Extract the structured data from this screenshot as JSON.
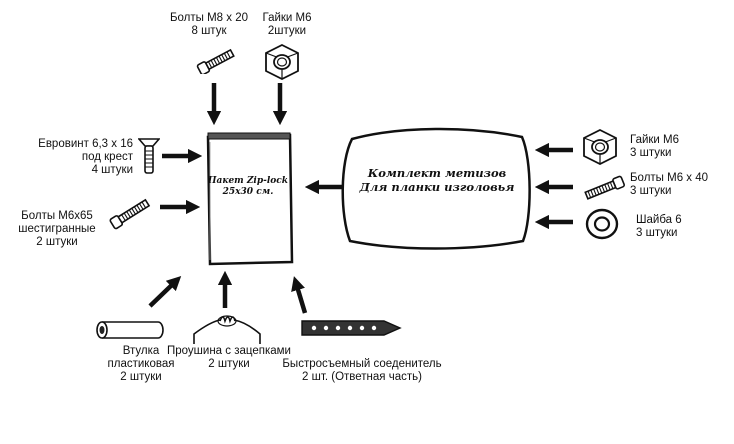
{
  "bag": {
    "line1": "Пакет Zip-lock",
    "line2": "25х30 см."
  },
  "kit": {
    "line1": "Комплект метизов",
    "line2": "Для планки изголовья"
  },
  "items": {
    "bolts_m8": {
      "line1": "Болты М8 х 20",
      "line2": "8 штук",
      "icon": "bolt-icon"
    },
    "nuts_top": {
      "line1": "Гайки М6",
      "line2": "2штуки",
      "icon": "hex-nut-icon"
    },
    "eurovint": {
      "line1": "Евровинт 6,3 х 16",
      "line2": "под крест",
      "line3": "4 штуки",
      "icon": "countersunk-screw-icon"
    },
    "bolts_m6x65": {
      "line1": "Болты М6х65",
      "line2": "шестигранные",
      "line3": "2 штуки",
      "icon": "bolt-icon"
    },
    "sleeve": {
      "line1": "Втулка",
      "line2": "пластиковая",
      "line3": "2 штуки",
      "icon": "plastic-sleeve-icon"
    },
    "eyelet": {
      "line1": "Проушина с зацепками",
      "line2": "2 штуки",
      "icon": "spring-eyelet-icon"
    },
    "connector": {
      "line1": "Быстросъемный соеденитель",
      "line2": "2 шт. (Ответная часть)",
      "icon": "quick-connector-icon"
    },
    "nuts_right": {
      "line1": "Гайки М6",
      "line2": "3 штуки",
      "icon": "hex-nut-icon"
    },
    "bolts_m6x40": {
      "line1": "Болты М6 х 40",
      "line2": "3 штуки",
      "icon": "bolt-icon"
    },
    "washer": {
      "line1": "Шайба 6",
      "line2": "3 штуки",
      "icon": "washer-icon"
    }
  }
}
